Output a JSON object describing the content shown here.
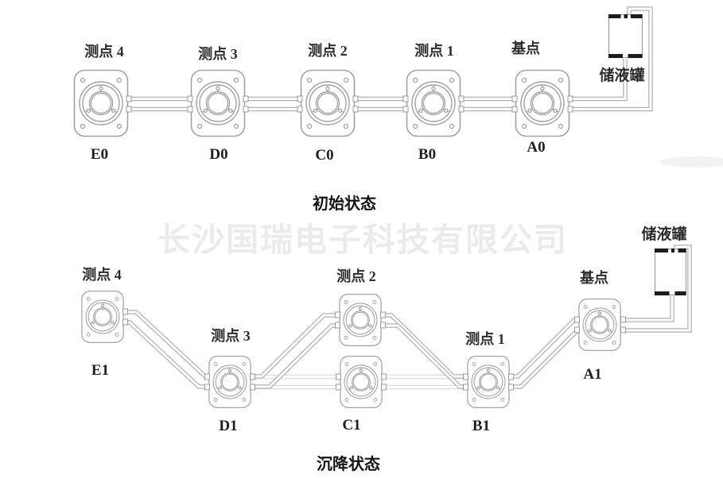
{
  "watermark": "长沙国瑞电子科技有限公司",
  "colors": {
    "tube": "#b2b2b2",
    "tube_faint": "#dedede",
    "outline": "#a2a2a2",
    "tank_border": "#1c1c1c",
    "watermark": "#ebebeb"
  },
  "initial": {
    "title": "初始状态",
    "tank_label": "储液罐",
    "points": [
      {
        "label": "测点 4",
        "id": "E0"
      },
      {
        "label": "测点 3",
        "id": "D0"
      },
      {
        "label": "测点 2",
        "id": "C0"
      },
      {
        "label": "测点 1",
        "id": "B0"
      },
      {
        "label": "基点",
        "id": "A0"
      }
    ]
  },
  "settled": {
    "title": "沉降状态",
    "tank_label": "储液罐",
    "points": [
      {
        "label": "测点 4",
        "id": "E1"
      },
      {
        "label": "测点 3",
        "id": "D1"
      },
      {
        "label": "测点 2",
        "id": "C1"
      },
      {
        "label": "测点 1",
        "id": "B1"
      },
      {
        "label": "基点",
        "id": "A1"
      }
    ]
  }
}
